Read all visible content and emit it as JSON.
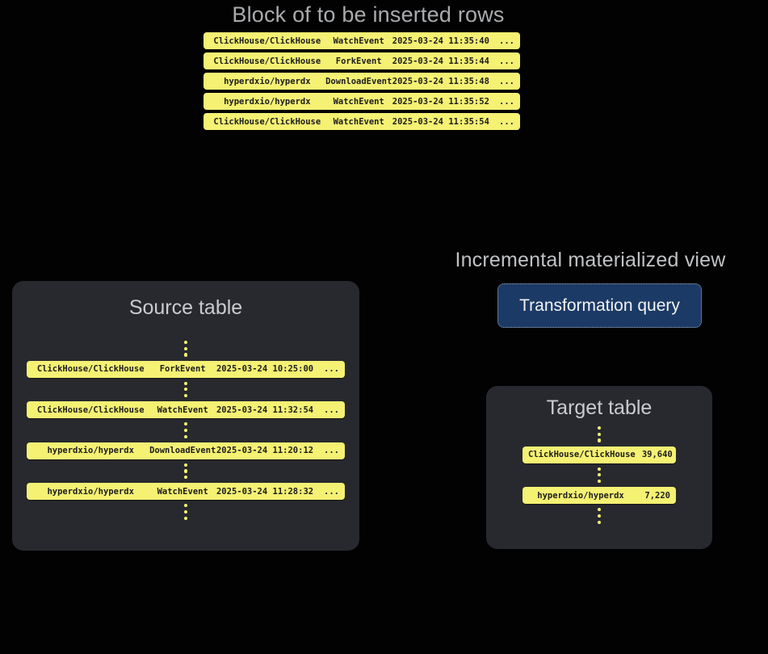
{
  "colors": {
    "page_bg": "#020203",
    "panel": "#27292e",
    "yellow": "#f4f173",
    "navy": "#1c3a66",
    "row_text": "#1c1c1e",
    "title_dim": "#a9abad",
    "title_mid": "#c0c2c4",
    "title_bright": "#c9cbcd",
    "btn_text": "#f2f3f4"
  },
  "icons": {
    "ellipsis_dots": "vertical-ellipsis"
  },
  "insert_block": {
    "title": "Block of to be inserted rows",
    "rows": [
      {
        "repo": "ClickHouse/ClickHouse",
        "event": "WatchEvent",
        "timestamp": "2025-03-24 11:35:40",
        "more": "..."
      },
      {
        "repo": "ClickHouse/ClickHouse",
        "event": "ForkEvent",
        "timestamp": "2025-03-24 11:35:44",
        "more": "..."
      },
      {
        "repo": "hyperdxio/hyperdx",
        "event": "DownloadEvent",
        "timestamp": "2025-03-24 11:35:48",
        "more": "..."
      },
      {
        "repo": "hyperdxio/hyperdx",
        "event": "WatchEvent",
        "timestamp": "2025-03-24 11:35:52",
        "more": "..."
      },
      {
        "repo": "ClickHouse/ClickHouse",
        "event": "WatchEvent",
        "timestamp": "2025-03-24 11:35:54",
        "more": "..."
      }
    ]
  },
  "source_table": {
    "title": "Source table",
    "rows": [
      {
        "repo": "ClickHouse/ClickHouse",
        "event": "ForkEvent",
        "timestamp": "2025-03-24 10:25:00",
        "more": "..."
      },
      {
        "repo": "ClickHouse/ClickHouse",
        "event": "WatchEvent",
        "timestamp": "2025-03-24 11:32:54",
        "more": "..."
      },
      {
        "repo": "hyperdxio/hyperdx",
        "event": "DownloadEvent",
        "timestamp": "2025-03-24 11:20:12",
        "more": "..."
      },
      {
        "repo": "hyperdxio/hyperdx",
        "event": "WatchEvent",
        "timestamp": "2025-03-24 11:28:32",
        "more": "..."
      }
    ]
  },
  "materialized_view": {
    "title": "Incremental materialized view",
    "button_label": "Transformation query"
  },
  "target_table": {
    "title": "Target table",
    "rows": [
      {
        "repo": "ClickHouse/ClickHouse",
        "count": "39,640"
      },
      {
        "repo": "hyperdxio/hyperdx",
        "count": "7,220"
      }
    ]
  }
}
